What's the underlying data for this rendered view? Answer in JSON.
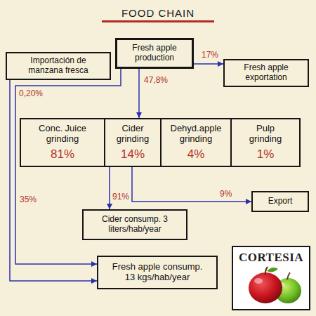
{
  "diagram": {
    "title": "FOOD CHAIN",
    "nodes": [
      {
        "text": [
          "Importación de manzana fresca"
        ]
      },
      {
        "text": [
          "Fresh apple production"
        ]
      },
      {
        "text": [
          "Fresh apple exportation"
        ]
      },
      {
        "text": [
          "Conc. Juice grinding",
          "81%"
        ]
      },
      {
        "text": [
          "Cider grinding",
          "14%"
        ]
      },
      {
        "text": [
          "Dehyd.apple grinding",
          "4%"
        ]
      },
      {
        "text": [
          "Pulp grinding",
          "1%"
        ]
      },
      {
        "text": [
          "Export"
        ]
      },
      {
        "text": [
          "Cider consump. 3 liters/hab/year"
        ]
      },
      {
        "text": [
          "CORTESIA"
        ]
      },
      {
        "text": [
          "Fresh apple consump. 13 kgs/hab/year"
        ]
      }
    ],
    "edges": [
      {
        "from": 1,
        "to": 2,
        "arrow": "to",
        "label": "17%"
      },
      {
        "from": 1,
        "to": 4,
        "arrow": "to",
        "label": "47,8%"
      },
      {
        "from": 1,
        "to": 10,
        "arrow": "to",
        "label": "35%"
      },
      {
        "from": 0,
        "to": 10,
        "arrow": "to",
        "label": "0,20%"
      },
      {
        "from": 4,
        "to": 8,
        "arrow": "to",
        "label": "91%"
      },
      {
        "from": 4,
        "to": 7,
        "arrow": "to",
        "label": "9%"
      }
    ]
  }
}
